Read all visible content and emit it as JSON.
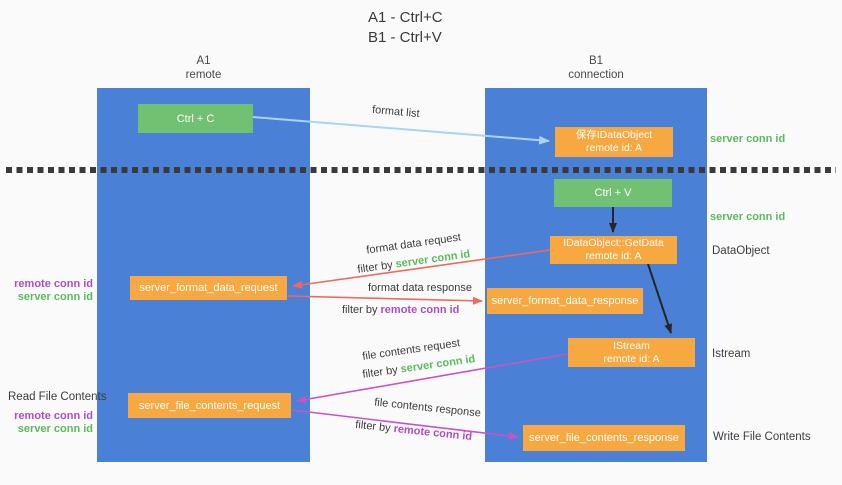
{
  "title": {
    "line1": "A1 - Ctrl+C",
    "line2": "B1 - Ctrl+V"
  },
  "lanes": {
    "a1": {
      "name": "A1",
      "role": "remote"
    },
    "b1": {
      "name": "B1",
      "role": "connection"
    }
  },
  "nodes": {
    "ctrl_c": {
      "label": "Ctrl + C"
    },
    "ctrl_v": {
      "label": "Ctrl + V"
    },
    "save_dataobject": {
      "line1": "保存IDataObject",
      "line2": "remote id: A"
    },
    "getdata": {
      "line1": "IDataObject::GetData",
      "line2": "remote id: A"
    },
    "istream": {
      "line1": "IStream",
      "line2": "remote id: A"
    },
    "format_request": {
      "label": "server_format_data_request"
    },
    "format_response": {
      "label": "server_format_data_response"
    },
    "file_request": {
      "label": "server_file_contents_request"
    },
    "file_response": {
      "label": "server_file_contents_response"
    }
  },
  "edge_labels": {
    "format_list": "format list",
    "format_request": {
      "line1": "format data request",
      "filter_prefix": "filter by",
      "filter_key": "server conn id"
    },
    "format_response": {
      "line1": "format data response",
      "filter_prefix": "filter by",
      "filter_key": "remote conn id"
    },
    "file_request": {
      "line1": "file contents request",
      "filter_prefix": "filter by",
      "filter_key": "server conn id"
    },
    "file_response": {
      "line1": "file contents response",
      "filter_prefix": "filter by",
      "filter_key": "remote conn id"
    }
  },
  "annotations": {
    "right_server_conn_top": "server conn id",
    "right_server_conn_mid": "server conn id",
    "right_dataobject": "DataObject",
    "right_istream": "Istream",
    "right_write_file": "Write File Contents",
    "left_remote_conn_1": "remote conn id",
    "left_server_conn_1": "server conn id",
    "left_read_file": "Read File Contents",
    "left_remote_conn_2": "remote conn id",
    "left_server_conn_2": "server conn id"
  },
  "colors": {
    "panel_blue": "#4a80d6",
    "node_green": "#72c173",
    "node_orange": "#f7a840",
    "label_green": "#5aba5e",
    "label_purple": "#ac4fc6",
    "arrow_red": "#ed6a5f",
    "arrow_magenta": "#c853c5",
    "arrow_blue": "#a9d5f2",
    "arrow_black": "#262626",
    "dotted_line": "#3a3a3a"
  }
}
